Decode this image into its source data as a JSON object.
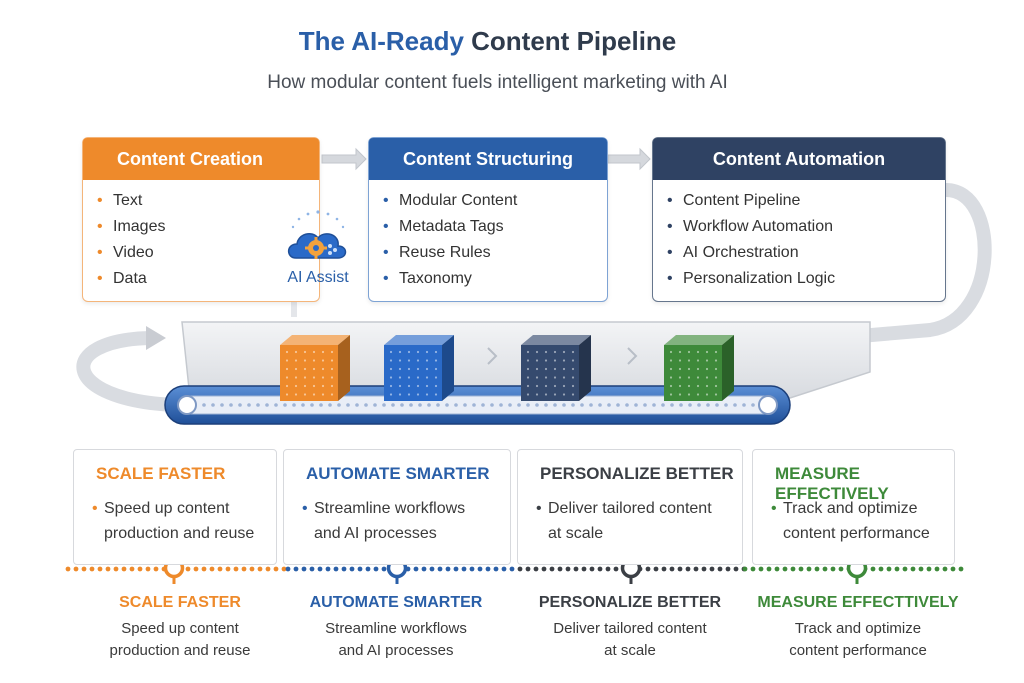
{
  "title": {
    "highlight": "The AI-Ready",
    "rest": " Content Pipeline"
  },
  "subtitle": "How modular content fuels intelligent marketing with AI",
  "stages": [
    {
      "title": "Content Creation",
      "color": "#ee8a2b",
      "items": [
        "Text",
        "Images",
        "Video",
        "Data"
      ]
    },
    {
      "title": "Content Structuring",
      "color": "#2a5fa8",
      "items": [
        "Modular Content",
        "Metadata Tags",
        "Reuse Rules",
        "Taxonomy"
      ]
    },
    {
      "title": "Content Automation",
      "color": "#2f4263",
      "items": [
        "Content Pipeline",
        "Workflow Automation",
        "AI Orchestration",
        "Personalization Logic"
      ]
    }
  ],
  "ai_assist": {
    "label": "AI Assist",
    "icon": "cloud-gear-icon"
  },
  "cubes": [
    {
      "color": "#ee8a2b"
    },
    {
      "color": "#2a6ac8"
    },
    {
      "color": "#354a6e"
    },
    {
      "color": "#3e8a3a"
    }
  ],
  "benefits": [
    {
      "title": "SCALE FASTER",
      "line1": "Speed up content",
      "line2": "production and reuse",
      "color": "#ee8a2b"
    },
    {
      "title": "AUTOMATE SMARTER",
      "line1": "Streamline workflows",
      "line2": "and AI processes",
      "color": "#2a5fa8"
    },
    {
      "title": "PERSONALIZE BETTER",
      "line1": "Deliver tailored content",
      "line2": "at scale",
      "color": "#3b3f45"
    },
    {
      "title": "MEASURE EFFECTIVELY",
      "line1": "Track and optimize",
      "line2": "content performance",
      "color": "#3e8a3a"
    }
  ],
  "timeline": [
    {
      "title": "SCALE FASTER",
      "line1": "Speed up content",
      "line2": "production and reuse"
    },
    {
      "title": "AUTOMATE SMARTER",
      "line1": "Streamline workflows",
      "line2": "and AI processes"
    },
    {
      "title": "PERSONALIZE BETTER",
      "line1": "Deliver tailored content",
      "line2": "at scale"
    },
    {
      "title": "MEASURE EFFECTTIVELY",
      "line1": "Track and optimize",
      "line2": "content performance"
    }
  ]
}
